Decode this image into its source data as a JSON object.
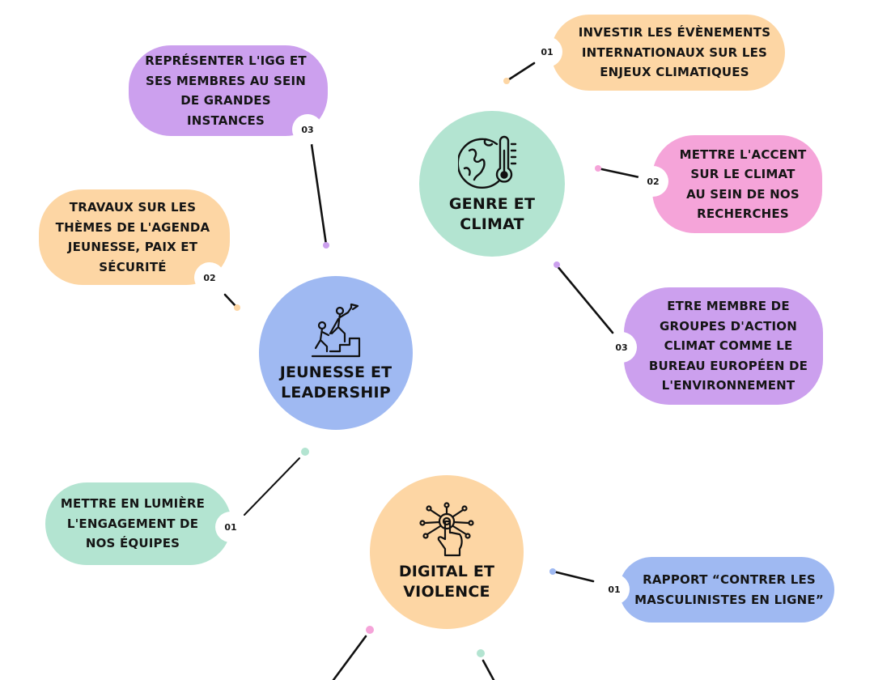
{
  "colors": {
    "green": "#b3e4d1",
    "orange": "#fdd6a4",
    "purple": "#cca0ee",
    "pink": "#f5a4d9",
    "blue": "#9fb9f2",
    "line": "#111111"
  },
  "hubs": {
    "climate": {
      "title": "GENRE ET\nCLIMAT",
      "icon": "globe-thermometer-icon",
      "color": "green"
    },
    "youth": {
      "title": "JEUNESSE ET\nLEADERSHIP",
      "icon": "climbing-people-flag-icon",
      "color": "blue"
    },
    "digital": {
      "title": "DIGITAL ET\nVIOLENCE",
      "icon": "touch-network-icon",
      "color": "orange"
    }
  },
  "items": {
    "climate_01": {
      "number": "01",
      "text": "INVESTIR LES ÉVÈNEMENTS\nINTERNATIONAUX SUR LES\nENJEUX CLIMATIQUES",
      "color": "orange"
    },
    "climate_02": {
      "number": "02",
      "text": "METTRE L'ACCENT\nSUR LE CLIMAT\nAU SEIN DE NOS\nRECHERCHES",
      "color": "pink"
    },
    "climate_03": {
      "number": "03",
      "text": "ETRE MEMBRE DE\nGROUPES D'ACTION\nCLIMAT COMME LE\nBUREAU EUROPÉEN DE\nL'ENVIRONNEMENT",
      "color": "purple"
    },
    "youth_01": {
      "number": "01",
      "text": "METTRE EN LUMIÈRE\nL'ENGAGEMENT DE\nNOS ÉQUIPES",
      "color": "green"
    },
    "youth_02": {
      "number": "02",
      "text": "TRAVAUX SUR LES\nTHÈMES DE L'AGENDA\nJEUNESSE, PAIX ET\nSÉCURITÉ",
      "color": "orange"
    },
    "youth_03": {
      "number": "03",
      "text": "REPRÉSENTER L'IGG ET\nSES MEMBRES AU SEIN\nDE GRANDES\nINSTANCES",
      "color": "purple"
    },
    "digital_01": {
      "number": "01",
      "text": "RAPPORT “CONTRER LES\nMASCULINISTES EN LIGNE”",
      "color": "blue"
    }
  },
  "connector_dots": {
    "climate_01": "orange",
    "climate_02": "pink",
    "climate_03": "purple",
    "youth_01": "green",
    "youth_02": "orange",
    "youth_03": "purple",
    "digital_01": "blue",
    "digital_02": "pink",
    "digital_03": "green"
  }
}
